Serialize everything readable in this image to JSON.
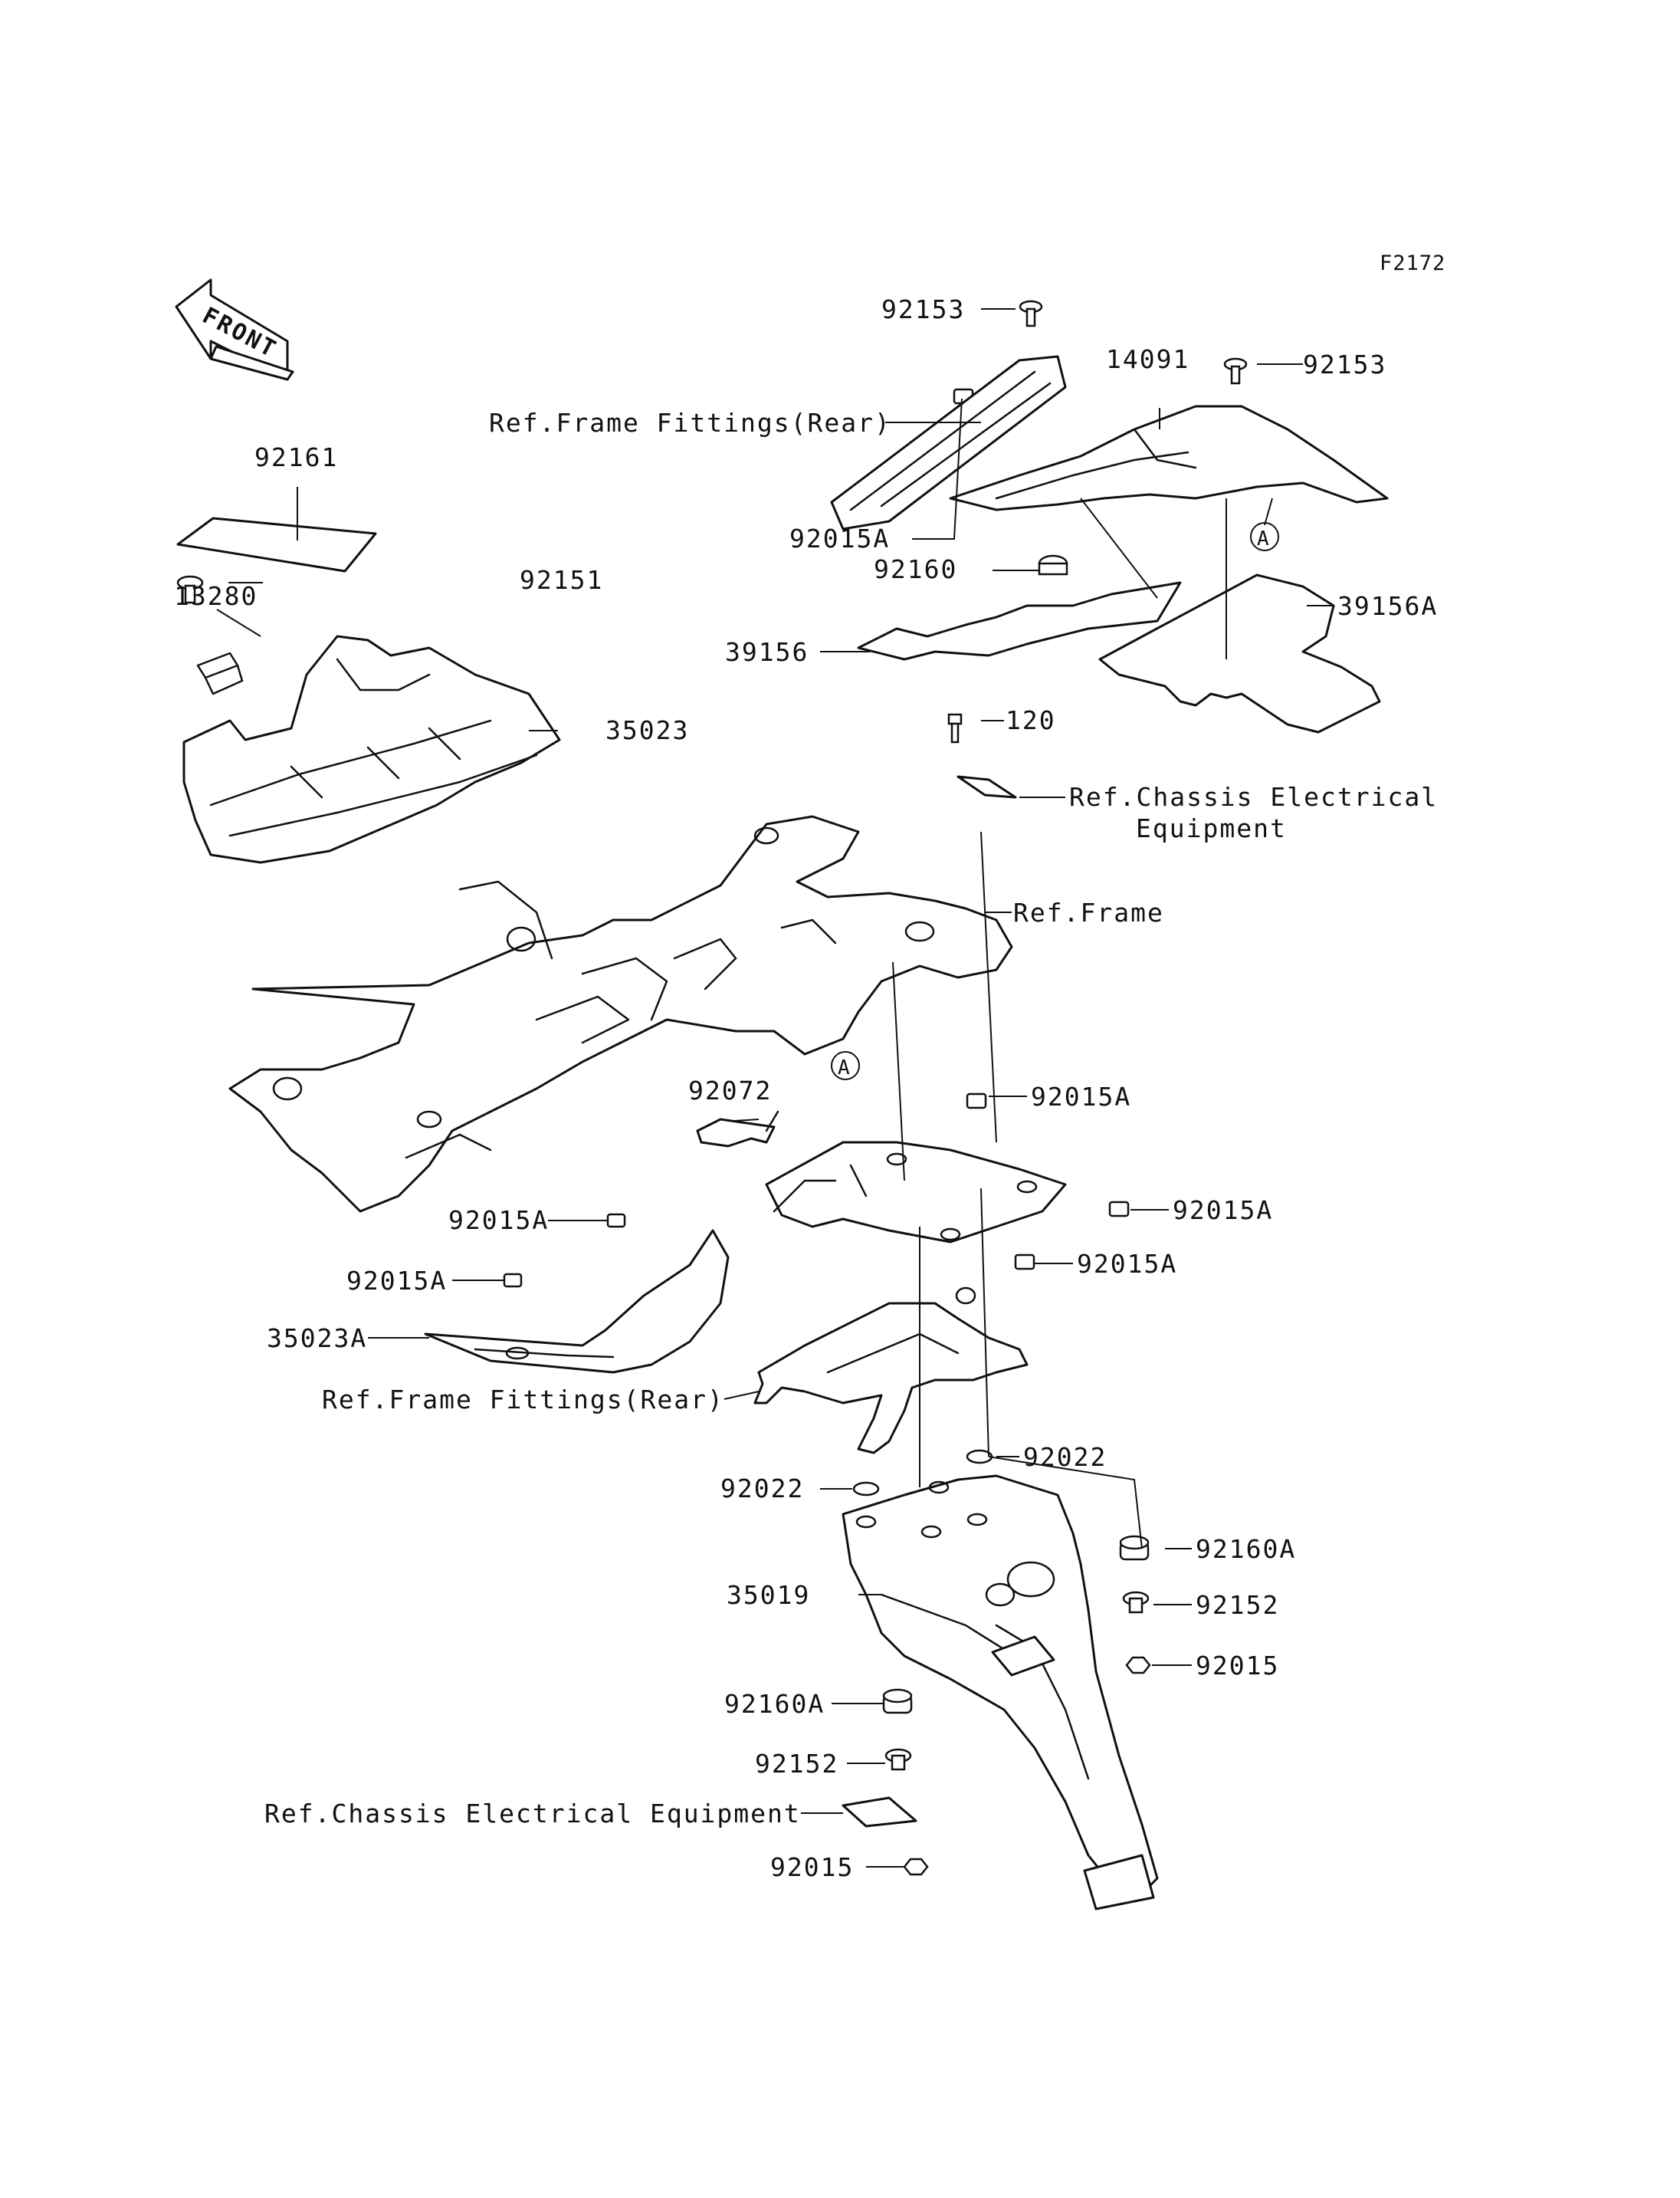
{
  "figure_code": "F2172",
  "front_arrow": {
    "label": "FRONT",
    "icon": "front-direction-arrow-icon"
  },
  "callout_marks": {
    "a_upper": "A",
    "a_lower": "A"
  },
  "part_labels": {
    "p92153_top": "92153",
    "p14091": "14091",
    "p92153_right": "92153",
    "ref_frame_fittings_rear_top": "Ref.Frame Fittings(Rear)",
    "p92161": "92161",
    "p92015A_top": "92015A",
    "p92160": "92160",
    "p39156A": "39156A",
    "p92151": "92151",
    "p13280": "13280",
    "p39156": "39156",
    "p35023": "35023",
    "p120": "120",
    "ref_chassis_electrical_line1": "Ref.Chassis Electrical",
    "ref_chassis_electrical_line2": "Equipment",
    "ref_frame": "Ref.Frame",
    "p92072": "92072",
    "p92015A_mid_right": "92015A",
    "p92015A_right": "92015A",
    "p92015A_left1": "92015A",
    "p92015A_lower_right": "92015A",
    "p92015A_left2": "92015A",
    "p35023A": "35023A",
    "ref_frame_fittings_rear_bottom": "Ref.Frame Fittings(Rear)",
    "p92022_right": "92022",
    "p92022_left": "92022",
    "p92160A_right": "92160A",
    "p35019": "35019",
    "p92152_right": "92152",
    "p92015_right": "92015",
    "p92160A_left": "92160A",
    "p92152_left": "92152",
    "ref_chassis_electrical_bottom": "Ref.Chassis Electrical Equipment",
    "p92015_bottom": "92015"
  }
}
